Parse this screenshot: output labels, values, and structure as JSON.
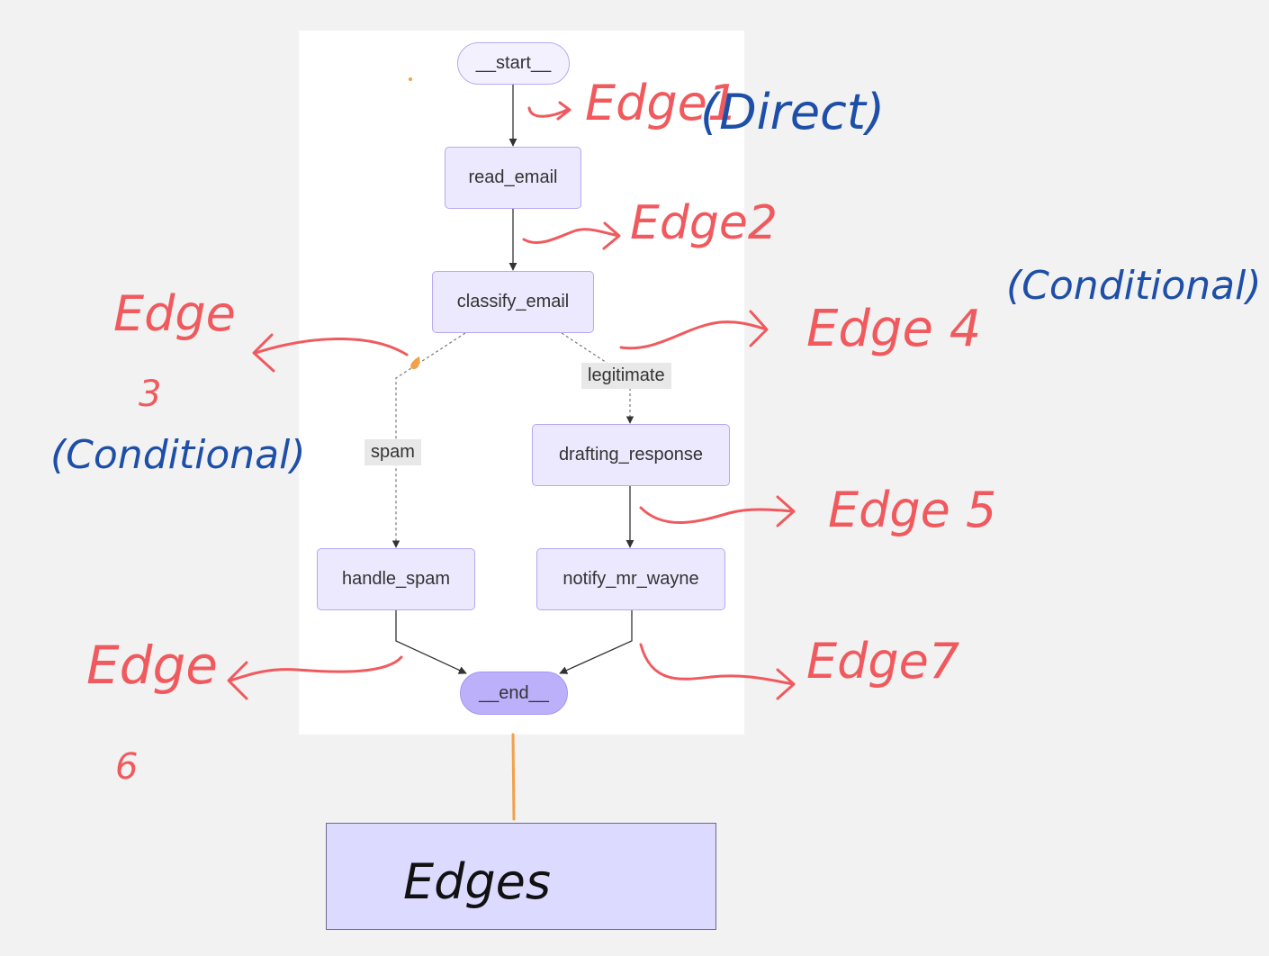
{
  "diagram": {
    "nodes": {
      "start": "__start__",
      "read_email": "read_email",
      "classify_email": "classify_email",
      "drafting_response": "drafting_response",
      "handle_spam": "handle_spam",
      "notify_mr_wayne": "notify_mr_wayne",
      "end": "__end__"
    },
    "edge_labels": {
      "spam": "spam",
      "legitimate": "legitimate"
    }
  },
  "annotations": {
    "edge1": "Edge1",
    "direct": "(Direct)",
    "edge2": "Edge2",
    "edge3_word": "Edge",
    "edge3_num": "3",
    "edge3_type": "(Conditional)",
    "edge4": "Edge 4",
    "edge4_type": "(Conditional)",
    "edge5": "Edge 5",
    "edge6_word": "Edge",
    "edge6_num": "6",
    "edge7": "Edge7"
  },
  "legend": {
    "label": "Edges"
  },
  "colors": {
    "annotation_red": "#f05a5e",
    "annotation_blue": "#1e4fa8",
    "connector_orange": "#f2a04a",
    "node_fill": "#ece8fd",
    "node_border": "#b9a8f2",
    "end_fill": "#bdb0fb",
    "legend_fill": "#dcdaff"
  }
}
